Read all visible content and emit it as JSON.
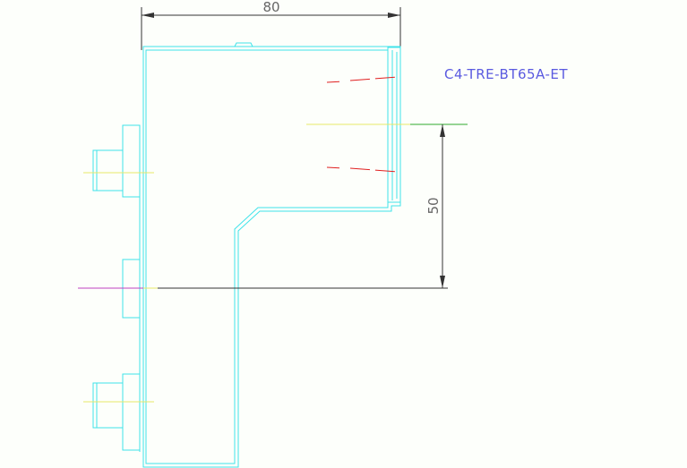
{
  "drawing": {
    "part_code": "C4-TRE-BT65A-ET",
    "dimensions": {
      "width_label": "80",
      "height_label": "50"
    },
    "colors": {
      "background": "#fdfffb",
      "outline": "#3fe3ea",
      "dimension": "#333333",
      "part_code": "#5a5ae0",
      "axis_yellow": "#e8e86a",
      "axis_green": "#2ea82e",
      "axis_magenta": "#c040c0",
      "hidden_red": "#e02020"
    }
  }
}
